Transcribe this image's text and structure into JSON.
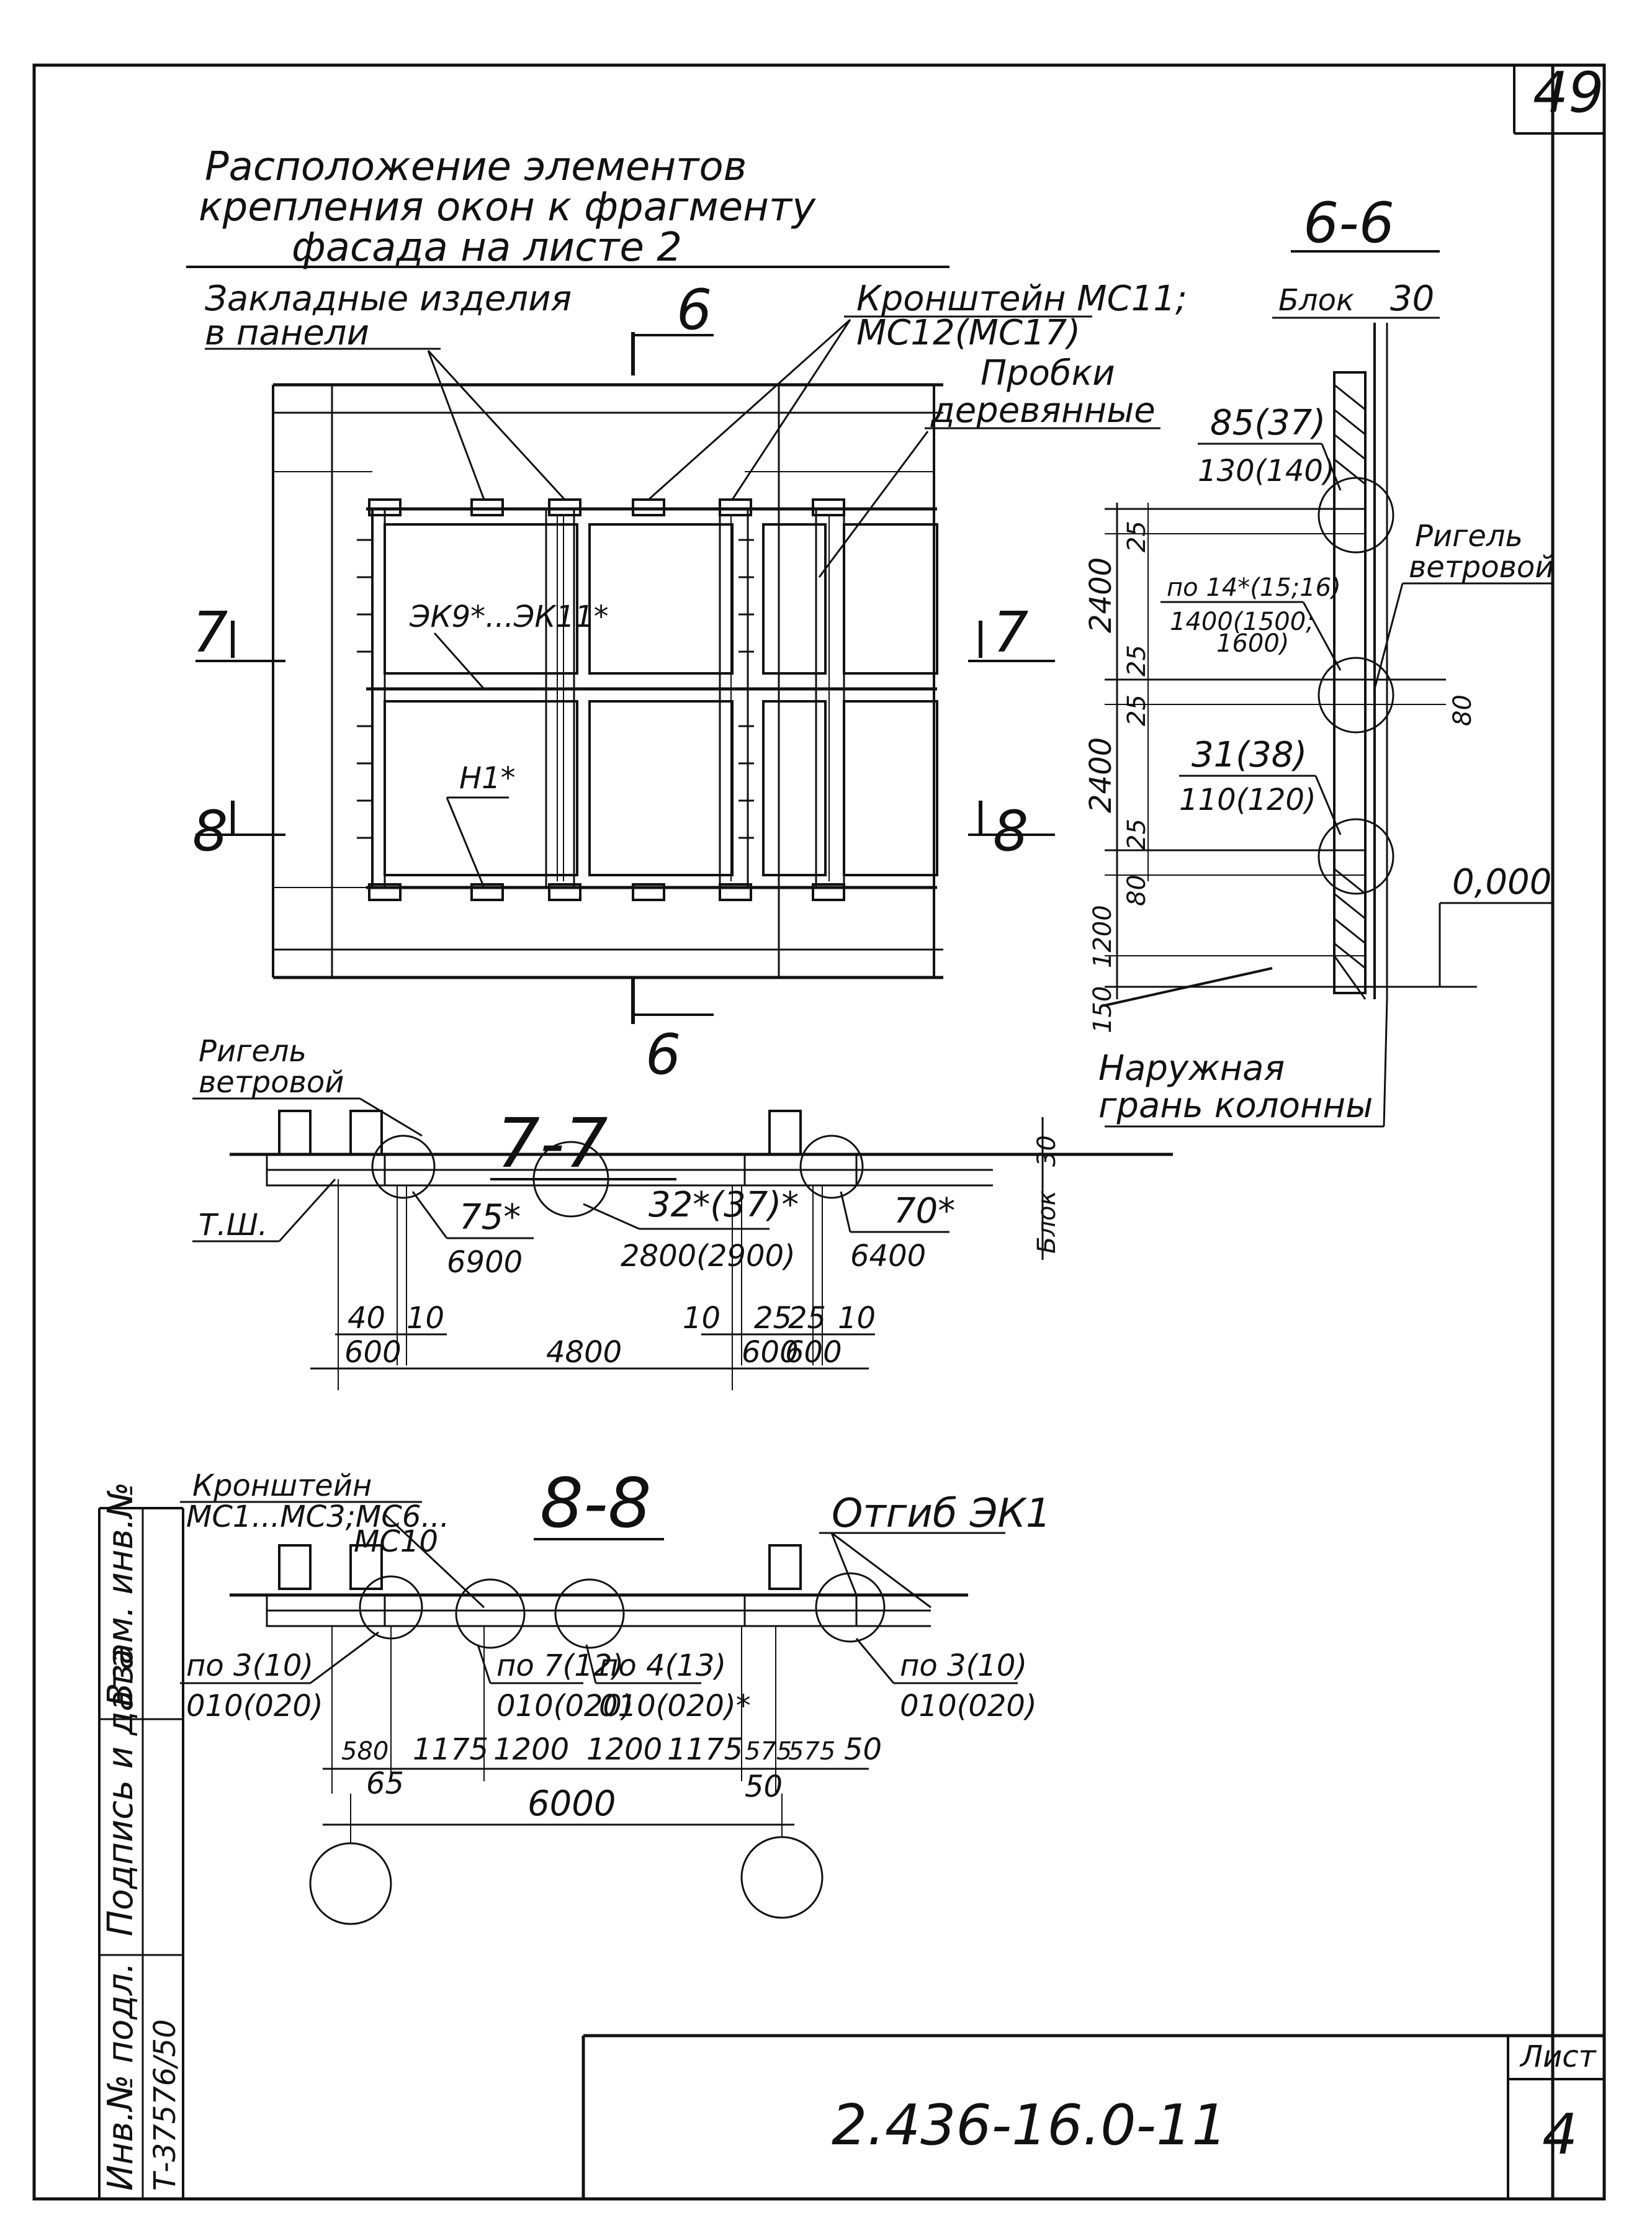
{
  "sheet": {
    "page_number": "49",
    "title_line1": "Расположение элементов",
    "title_line2": "крепления окон к фрагменту",
    "title_line3": "фасада на листе 2",
    "document_code": "2.436-16.0-11",
    "list_label": "Лист",
    "list_number": "4"
  },
  "side_stamp": {
    "col1": "Инв.№ подл.",
    "col1_value": "Т-37576/50",
    "col2": "Подпись и дата",
    "col3": "Взам. инв.№"
  },
  "plan": {
    "label_embedded": "Закладные изделия",
    "label_embedded2": "в панели",
    "label_bracket": "Кронштейн МС11;",
    "label_bracket2": "МС12(МС17)",
    "label_plugs": "Пробки",
    "label_plugs2": "деревянные",
    "mark_ek": "ЭК9*...ЭК11*",
    "mark_h": "Н1*",
    "cut6_top": "6",
    "cut6_bottom": "6",
    "cut7_left": "7",
    "cut7_right": "7",
    "cut8_left": "8",
    "cut8_right": "8"
  },
  "section66": {
    "title": "6-6",
    "label_block": "Блок",
    "dim_30": "30",
    "mark_top": "85(37)",
    "mark_top2": "130(140)",
    "mark_mid": "по 14*(15;16)",
    "mark_mid2": "1400(1500;",
    "mark_mid3": "1600)",
    "label_rigel": "Ригель",
    "label_rigel2": "ветровой",
    "mark_low": "31(38)",
    "mark_low2": "110(120)",
    "dim_2400a": "2400",
    "dim_2400b": "2400",
    "dim_1200": "1200",
    "dim_150": "150",
    "dim_25a": "25",
    "dim_25b": "25",
    "dim_25c": "25",
    "dim_25d": "25",
    "dim_80a": "80",
    "dim_80b": "80",
    "level": "0,000",
    "label_outer": "Наружная",
    "label_outer2": "грань колонны"
  },
  "section77": {
    "title": "7-7",
    "label_rigel": "Ригель",
    "label_rigel2": "ветровой",
    "label_ts": "Т.Ш.",
    "mark_75": "75*",
    "mark_75b": "6900",
    "mark_32": "32*(37)*",
    "mark_32b": "2800(2900)",
    "mark_70": "70*",
    "mark_70b": "6400",
    "dim_30": "30",
    "label_block": "Блок",
    "dim_40": "40",
    "dim_10a": "10",
    "dim_10b": "10",
    "dim_25a": "25",
    "dim_25b": "25",
    "dim_10c": "10",
    "dim_600a": "600",
    "dim_4800": "4800",
    "dim_600b": "600",
    "dim_600c": "600"
  },
  "section88": {
    "title": "8-8",
    "label_bracket": "Кронштейн",
    "label_bracket2": "МС1...МС3;МС6...",
    "label_bracket3": "МС10",
    "label_otgib": "Отгиб ЭК1",
    "mark_a": "по 3(10)",
    "mark_a2": "010(020)",
    "mark_b": "по 7(12)",
    "mark_b2": "010(020)",
    "mark_c": "по 4(13)",
    "mark_c2": "010(020)*",
    "mark_d": "по 3(10)",
    "mark_d2": "010(020)",
    "dim_580": "580",
    "dim_1175a": "1175",
    "dim_1200a": "1200",
    "dim_1200b": "1200",
    "dim_1175b": "1175",
    "dim_575a": "575",
    "dim_575b": "575",
    "dim_50a": "50",
    "dim_65": "65",
    "dim_6000": "6000",
    "dim_50b": "50"
  }
}
